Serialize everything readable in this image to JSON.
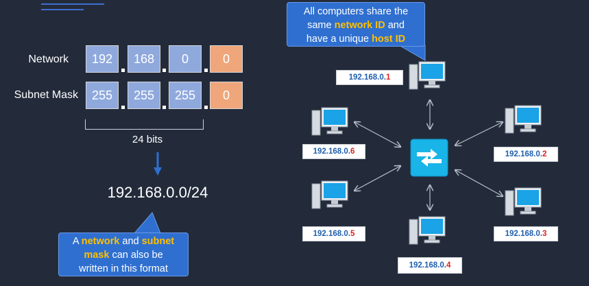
{
  "rows": {
    "network": {
      "label": "Network",
      "octets": [
        "192",
        "168",
        "0",
        "0"
      ]
    },
    "mask": {
      "label": "Subnet Mask",
      "octets": [
        "255",
        "255",
        "255",
        "0"
      ]
    }
  },
  "bits_label": "24 bits",
  "cidr": "192.168.0.0/24",
  "callout_bottom": {
    "pre": "A ",
    "w1": "network",
    "mid1": " and ",
    "w2": "subnet",
    "w2b": "mask",
    "post1": " can also be",
    "line3": "written in this format"
  },
  "callout_top": {
    "line1": "All computers share the",
    "pre2": "same ",
    "w1": "network ID",
    "post2": " and",
    "pre3": "have a unique ",
    "w2": "host ID"
  },
  "hosts": [
    {
      "prefix": "192.168.0.",
      "host": "1"
    },
    {
      "prefix": "192.168.0.",
      "host": "2"
    },
    {
      "prefix": "192.168.0.",
      "host": "3"
    },
    {
      "prefix": "192.168.0.",
      "host": "4"
    },
    {
      "prefix": "192.168.0.",
      "host": "5"
    },
    {
      "prefix": "192.168.0.",
      "host": "6"
    }
  ],
  "icons": {
    "computer": "desktop-computer-icon",
    "switch": "network-switch-icon"
  },
  "colors": {
    "background": "#232b3b",
    "network_octet": "#8fa9dd",
    "host_octet": "#efa67b",
    "callout": "#2f6fd0",
    "highlight": "#ffc000",
    "ip_prefix": "#1f5fae",
    "ip_host": "#e02020",
    "switch": "#19b4e8"
  }
}
